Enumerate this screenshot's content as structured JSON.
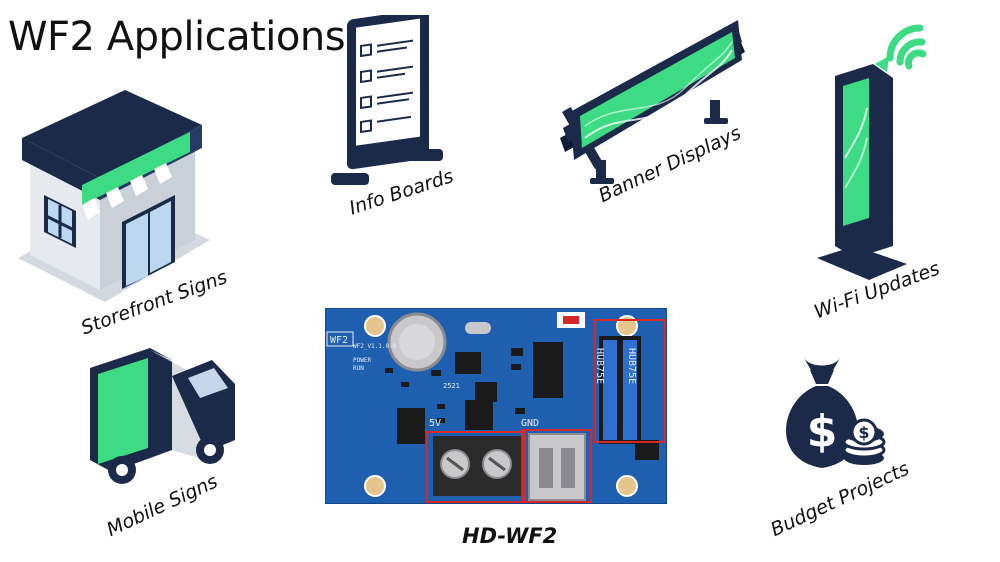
{
  "page": {
    "title": "WF2 Applications"
  },
  "applications": [
    {
      "key": "storefront",
      "label": "Storefront Signs",
      "icon": "storefront-icon"
    },
    {
      "key": "info",
      "label": "Info Boards",
      "icon": "info-board-icon"
    },
    {
      "key": "banner",
      "label": "Banner Displays",
      "icon": "banner-display-icon"
    },
    {
      "key": "wifi",
      "label": "Wi-Fi Updates",
      "icon": "wifi-kiosk-icon"
    },
    {
      "key": "mobile",
      "label": "Mobile Signs",
      "icon": "truck-icon"
    },
    {
      "key": "budget",
      "label": "Budget Projects",
      "icon": "money-bag-icon"
    }
  ],
  "board": {
    "caption": "HD-WF2",
    "silkscreen": {
      "name": "WF2",
      "version": "WF2_V1.1.0-R",
      "power": "POWER",
      "run": "RUN",
      "v5": "5V",
      "gnd": "GND",
      "hub1": "HUB75E",
      "hub2": "HUB75E",
      "chip": "2521"
    }
  },
  "colors": {
    "accent_green": "#3ddc84",
    "navy": "#1c2a4a",
    "pcb_blue": "#1f5fb0",
    "highlight_red": "#d62828"
  }
}
